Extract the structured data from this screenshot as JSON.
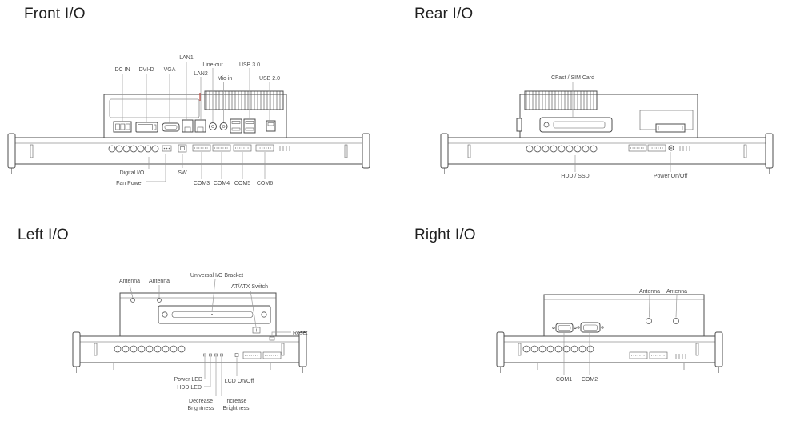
{
  "style": {
    "background": "#ffffff",
    "line": "#4c4c4c",
    "leader": "#9a9a9a",
    "label": "#4b4b4b",
    "accent_red": "#c0453c"
  },
  "panels": {
    "front": {
      "title": "Front I/O",
      "top_labels": {
        "dc_in": "DC IN",
        "dvi_d": "DVI-D",
        "vga": "VGA",
        "lan1": "LAN1",
        "lan2": "LAN2",
        "line_out": "Line-out",
        "mic_in": "Mic-in",
        "usb30": "USB 3.0",
        "usb20": "USB 2.0"
      },
      "bottom_labels": {
        "digital_io": "Digital I/O",
        "fan_power": "Fan Power",
        "sw": "SW",
        "com3": "COM3",
        "com4": "COM4",
        "com5": "COM5",
        "com6": "COM6"
      }
    },
    "rear": {
      "title": "Rear I/O",
      "labels": {
        "cfast": "CFast / SIM Card",
        "hdd": "HDD / SSD",
        "power": "Power On/Off"
      }
    },
    "left": {
      "title": "Left I/O",
      "labels": {
        "antenna1": "Antenna",
        "antenna2": "Antenna",
        "universal_bracket": "Universal I/O Bracket",
        "atx_switch": "AT/ATX Switch",
        "reset": "Reset",
        "power_led": "Power LED",
        "hdd_led": "HDD LED",
        "lcd_onoff": "LCD On/Off",
        "decrease": [
          "Decrease",
          "Brightness"
        ],
        "increase": [
          "Increase",
          "Brightness"
        ]
      }
    },
    "right": {
      "title": "Right I/O",
      "labels": {
        "antenna1": "Antenna",
        "antenna2": "Antenna",
        "com1": "COM1",
        "com2": "COM2"
      }
    }
  }
}
